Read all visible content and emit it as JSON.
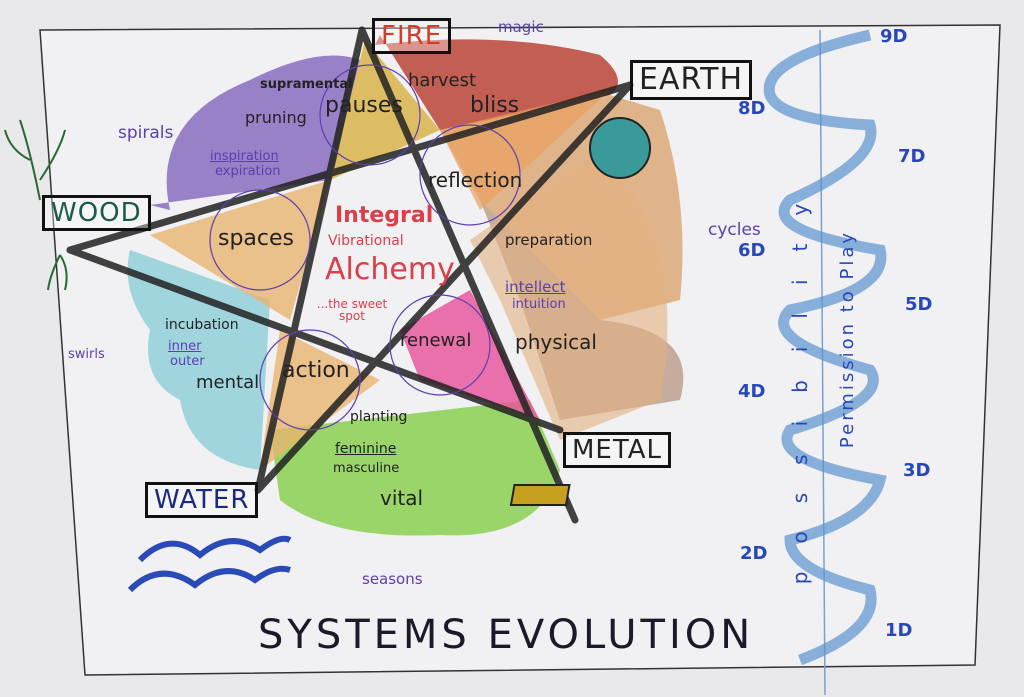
{
  "title": "SYSTEMS EVOLUTION",
  "elements": {
    "fire": "FIRE",
    "earth": "EARTH",
    "wood": "WOOD",
    "water": "WATER",
    "metal": "METAL"
  },
  "center": {
    "line1": "Integral",
    "line2": "Vibrational",
    "line3": "Alchemy",
    "line4": "...the sweet spot"
  },
  "regions": {
    "pauses": "pauses",
    "reflection": "reflection",
    "spaces": "spaces",
    "renewal": "renewal",
    "action": "action",
    "harvest": "harvest",
    "bliss": "bliss",
    "supramental": "supramental",
    "pruning": "pruning",
    "inspiration": "inspiration",
    "expiration": "expiration",
    "preparation": "preparation",
    "intellect": "intellect",
    "intuition": "intuition",
    "physical": "physical",
    "incubation": "incubation",
    "inner": "inner",
    "outer": "outer",
    "mental": "mental",
    "planting": "planting",
    "feminine": "feminine",
    "masculine": "masculine",
    "vital": "vital"
  },
  "side_labels": {
    "magic": "magic",
    "spirals": "spirals",
    "swirls": "swirls",
    "cycles": "cycles",
    "seasons": "seasons"
  },
  "spiral": {
    "levels": [
      "1D",
      "2D",
      "3D",
      "4D",
      "5D",
      "6D",
      "7D",
      "8D",
      "9D"
    ],
    "vertical_text": "possibility",
    "axis_text": "Permission to Play"
  },
  "colors": {
    "fire": "#b83a2a",
    "earth": "#b88a60",
    "wood": "#6a4fb0",
    "water": "#7fc9d6",
    "metal": "#d9a060",
    "center_text": "#d8404a",
    "spiral": "#5a93d0",
    "labels": "#2848b8"
  }
}
